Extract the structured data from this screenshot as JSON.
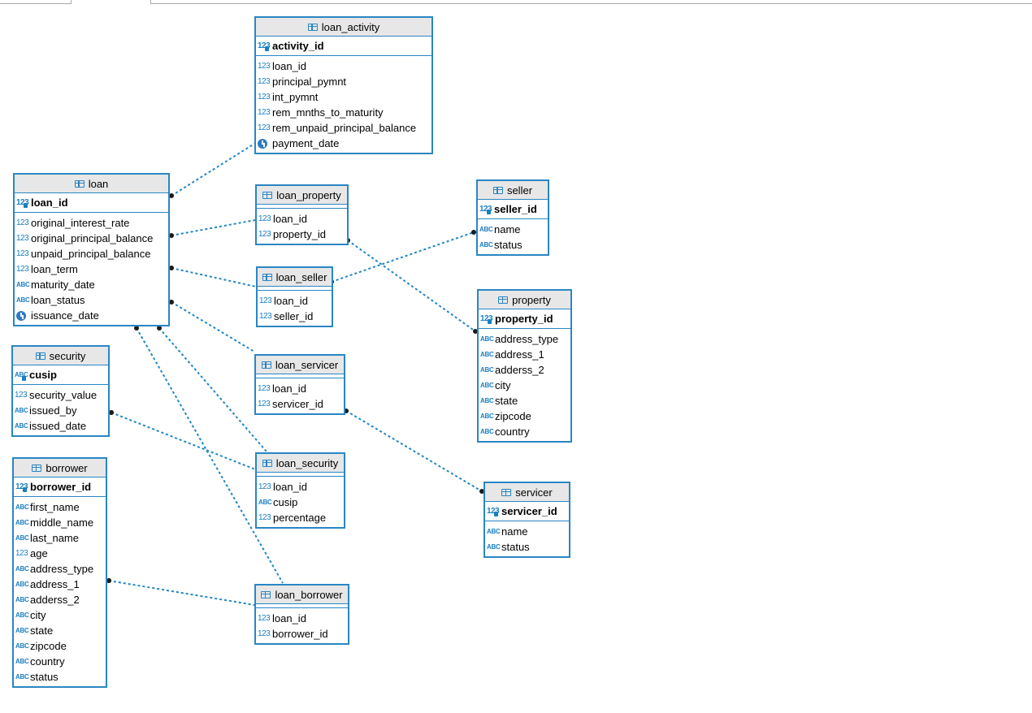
{
  "diagram": {
    "entities": [
      {
        "id": "loan_activity",
        "name": "loan_activity",
        "pk": {
          "name": "activity_id",
          "type": "num"
        },
        "columns": [
          {
            "name": "loan_id",
            "type": "num"
          },
          {
            "name": "principal_pymnt",
            "type": "num"
          },
          {
            "name": "int_pymnt",
            "type": "num"
          },
          {
            "name": "rem_mnths_to_maturity",
            "type": "num"
          },
          {
            "name": "rem_unpaid_principal_balance",
            "type": "num"
          },
          {
            "name": "payment_date",
            "type": "date"
          }
        ]
      },
      {
        "id": "loan",
        "name": "loan",
        "pk": {
          "name": "loan_id",
          "type": "num"
        },
        "columns": [
          {
            "name": "original_interest_rate",
            "type": "num"
          },
          {
            "name": "original_principal_balance",
            "type": "num"
          },
          {
            "name": "unpaid_principal_balance",
            "type": "num"
          },
          {
            "name": "loan_term",
            "type": "num"
          },
          {
            "name": "maturity_date",
            "type": "text"
          },
          {
            "name": "loan_status",
            "type": "text"
          },
          {
            "name": "issuance_date",
            "type": "date"
          }
        ]
      },
      {
        "id": "loan_property",
        "name": "loan_property",
        "pk": null,
        "columns": [
          {
            "name": "loan_id",
            "type": "num"
          },
          {
            "name": "property_id",
            "type": "num"
          }
        ]
      },
      {
        "id": "seller",
        "name": "seller",
        "pk": {
          "name": "seller_id",
          "type": "num"
        },
        "columns": [
          {
            "name": "name",
            "type": "text"
          },
          {
            "name": "status",
            "type": "text"
          }
        ]
      },
      {
        "id": "loan_seller",
        "name": "loan_seller",
        "pk": null,
        "columns": [
          {
            "name": "loan_id",
            "type": "num"
          },
          {
            "name": "seller_id",
            "type": "num"
          }
        ]
      },
      {
        "id": "property",
        "name": "property",
        "pk": {
          "name": "property_id",
          "type": "num"
        },
        "columns": [
          {
            "name": "address_type",
            "type": "text"
          },
          {
            "name": "address_1",
            "type": "text"
          },
          {
            "name": "adderss_2",
            "type": "text"
          },
          {
            "name": "city",
            "type": "text"
          },
          {
            "name": "state",
            "type": "text"
          },
          {
            "name": "zipcode",
            "type": "text"
          },
          {
            "name": "country",
            "type": "text"
          }
        ]
      },
      {
        "id": "security",
        "name": "security",
        "pk": {
          "name": "cusip",
          "type": "text"
        },
        "columns": [
          {
            "name": "security_value",
            "type": "num"
          },
          {
            "name": "issued_by",
            "type": "text"
          },
          {
            "name": "issued_date",
            "type": "text"
          }
        ]
      },
      {
        "id": "loan_servicer",
        "name": "loan_servicer",
        "pk": null,
        "columns": [
          {
            "name": "loan_id",
            "type": "num"
          },
          {
            "name": "servicer_id",
            "type": "num"
          }
        ]
      },
      {
        "id": "borrower",
        "name": "borrower",
        "pk": {
          "name": "borrower_id",
          "type": "num"
        },
        "columns": [
          {
            "name": "first_name",
            "type": "text"
          },
          {
            "name": "middle_name",
            "type": "text"
          },
          {
            "name": "last_name",
            "type": "text"
          },
          {
            "name": "age",
            "type": "num"
          },
          {
            "name": "address_type",
            "type": "text"
          },
          {
            "name": "address_1",
            "type": "text"
          },
          {
            "name": "adderss_2",
            "type": "text"
          },
          {
            "name": "city",
            "type": "text"
          },
          {
            "name": "state",
            "type": "text"
          },
          {
            "name": "zipcode",
            "type": "text"
          },
          {
            "name": "country",
            "type": "text"
          },
          {
            "name": "status",
            "type": "text"
          }
        ]
      },
      {
        "id": "loan_security",
        "name": "loan_security",
        "pk": null,
        "columns": [
          {
            "name": "loan_id",
            "type": "num"
          },
          {
            "name": "cusip",
            "type": "text"
          },
          {
            "name": "percentage",
            "type": "num"
          }
        ]
      },
      {
        "id": "servicer",
        "name": "servicer",
        "pk": {
          "name": "servicer_id",
          "type": "num"
        },
        "columns": [
          {
            "name": "name",
            "type": "text"
          },
          {
            "name": "status",
            "type": "text"
          }
        ]
      },
      {
        "id": "loan_borrower",
        "name": "loan_borrower",
        "pk": null,
        "columns": [
          {
            "name": "loan_id",
            "type": "num"
          },
          {
            "name": "borrower_id",
            "type": "num"
          }
        ]
      }
    ],
    "relationships": [
      {
        "from": "loan_activity",
        "to": "loan"
      },
      {
        "from": "loan_property",
        "to": "loan"
      },
      {
        "from": "loan_property",
        "to": "property"
      },
      {
        "from": "loan_seller",
        "to": "loan"
      },
      {
        "from": "loan_seller",
        "to": "seller"
      },
      {
        "from": "loan_servicer",
        "to": "loan"
      },
      {
        "from": "loan_servicer",
        "to": "servicer"
      },
      {
        "from": "loan_security",
        "to": "loan"
      },
      {
        "from": "loan_security",
        "to": "security"
      },
      {
        "from": "loan_borrower",
        "to": "loan"
      },
      {
        "from": "loan_borrower",
        "to": "borrower"
      }
    ],
    "icons": {
      "number": "123",
      "text": "ABC",
      "date": "clock-icon",
      "table": "table-icon",
      "key": "key-icon"
    },
    "colors": {
      "border": "#2a86c4",
      "header_bg": "#e7e7e7",
      "link": "#1f86c4",
      "icon": "#1a7fc2"
    }
  }
}
